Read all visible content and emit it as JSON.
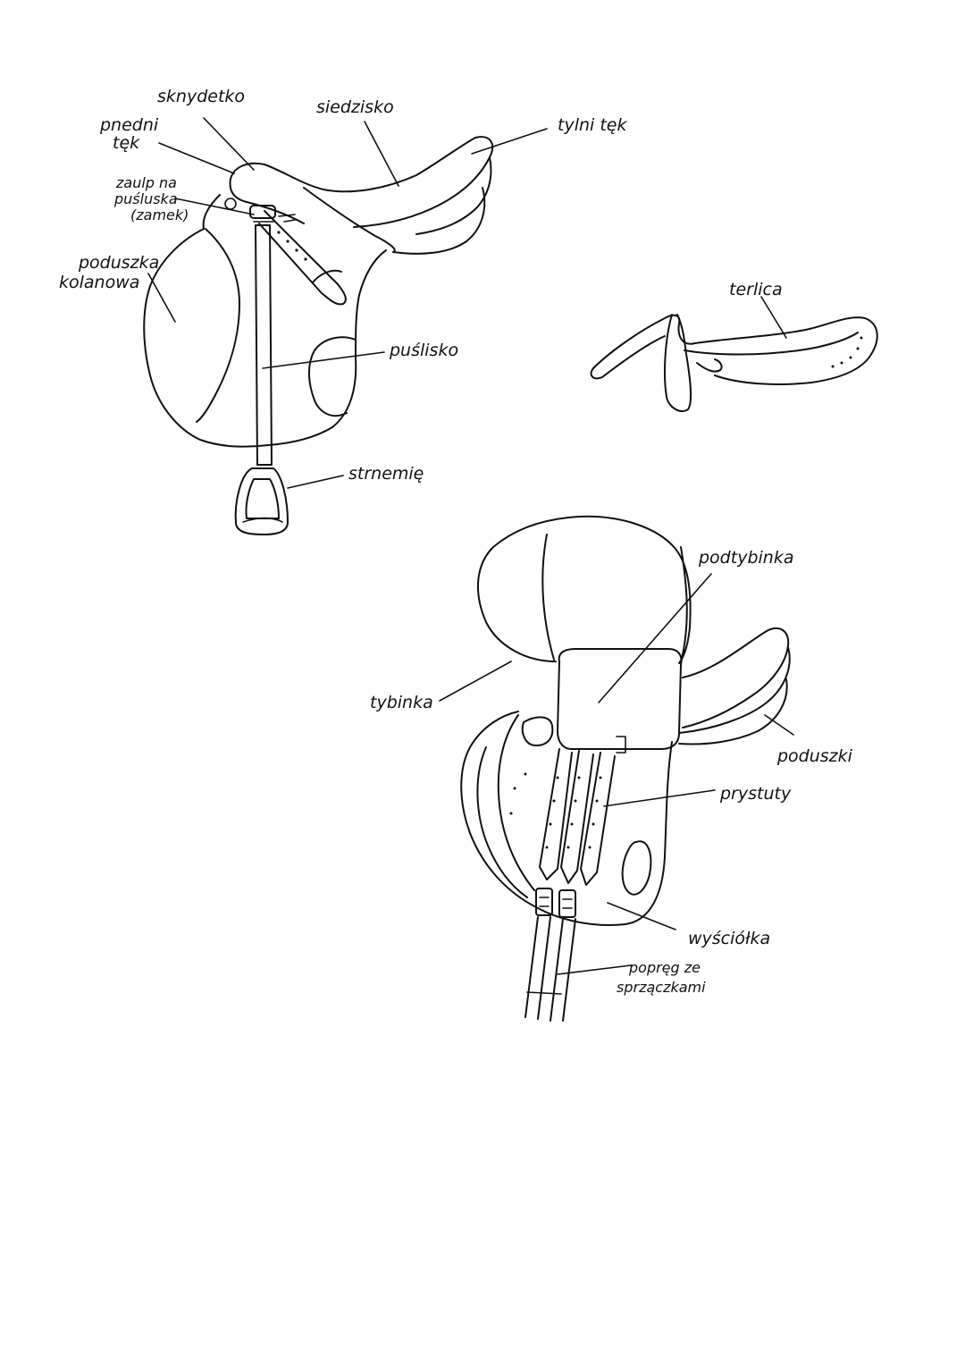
{
  "colors": {
    "background": "#ffffff",
    "ink": "#111111"
  },
  "labels": {
    "przedni_lek_1": "pnedni",
    "przedni_lek_2": "tęk",
    "skrzydelko": "sknydetko",
    "siedzisko": "siedzisko",
    "tylni_lek": "tylni tęk",
    "zaczep_1": "zaulp na",
    "zaczep_2": "puśluska",
    "zaczep_3": "(zamek)",
    "poduszka_1": "poduszka",
    "poduszka_2": "kolanowa",
    "puslisko": "puślisko",
    "strzemie": "strnemię",
    "terlica": "terlica",
    "podtybinka": "podtybinka",
    "tybinka": "tybinka",
    "poduszki": "poduszki",
    "przystuty": "prystuty",
    "wysciolka": "wyściółka",
    "popreg_1": "popręg ze",
    "popreg_2": "sprzączkami"
  }
}
